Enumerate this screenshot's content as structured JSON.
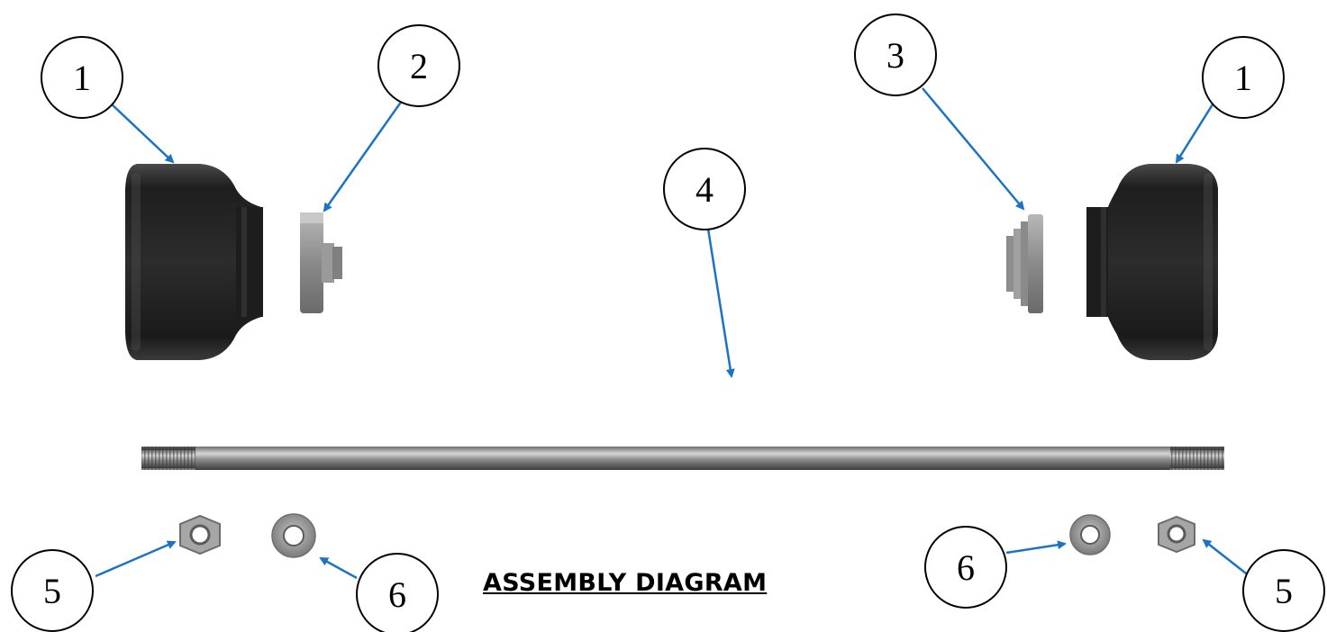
{
  "caption": "ASSEMBLY DIAGRAM",
  "callouts": {
    "c1_left": "1",
    "c2": "2",
    "c3": "3",
    "c1_right": "1",
    "c4": "4",
    "c5_left": "5",
    "c6_left": "6",
    "c6_right": "6",
    "c5_right": "5"
  },
  "colors": {
    "leader_arrow": "#1a73c4",
    "callout_stroke": "#000000",
    "cap_body": "#2a2a2a",
    "metal": "#9a9a9a"
  },
  "parts": {
    "part_1": "end-cap",
    "part_2": "bushing-left",
    "part_3": "bushing-right",
    "part_4": "threaded-rod",
    "part_5": "hex-nut",
    "part_6": "flat-washer"
  }
}
